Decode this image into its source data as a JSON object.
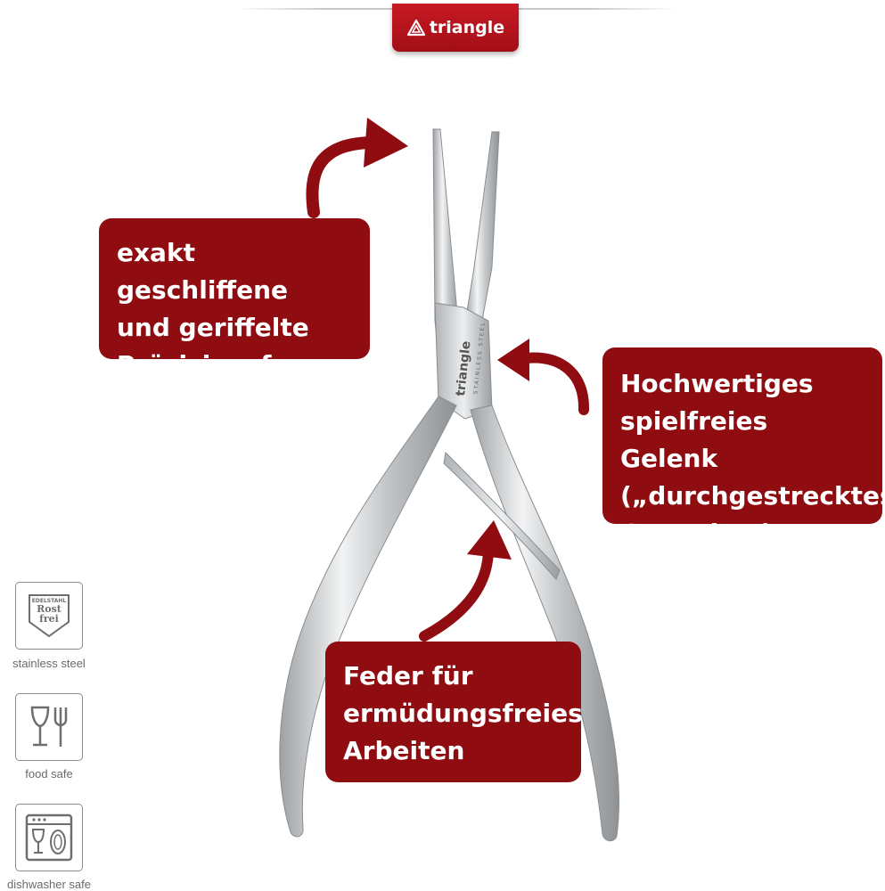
{
  "brand": {
    "name": "triangle"
  },
  "pliers_engraving": {
    "brand": "triangle",
    "subtitle": "STAINLESS STEEL"
  },
  "callouts": [
    {
      "text": "exakt geschliffene\nund geriffelte\nPräzisionsfasse"
    },
    {
      "text": "Hochwertiges\nspielfreies Gelenk\n(„durchgestrecktes\nGewerbe”)"
    },
    {
      "text": "Feder für\nermüdungsfreies\nArbeiten"
    }
  ],
  "badges": [
    {
      "label": "stainless steel",
      "icon": "rostfrei-shield-icon",
      "icon_text_top": "EDELSTAHL",
      "icon_text_1": "Rost",
      "icon_text_2": "frei"
    },
    {
      "label": "food safe",
      "icon": "glass-fork-icon"
    },
    {
      "label": "dishwasher safe",
      "icon": "dishwasher-icon"
    }
  ],
  "colors": {
    "accent": "#8f0c10",
    "brand_red": "#c71a24",
    "steel": "#c9ccce"
  }
}
